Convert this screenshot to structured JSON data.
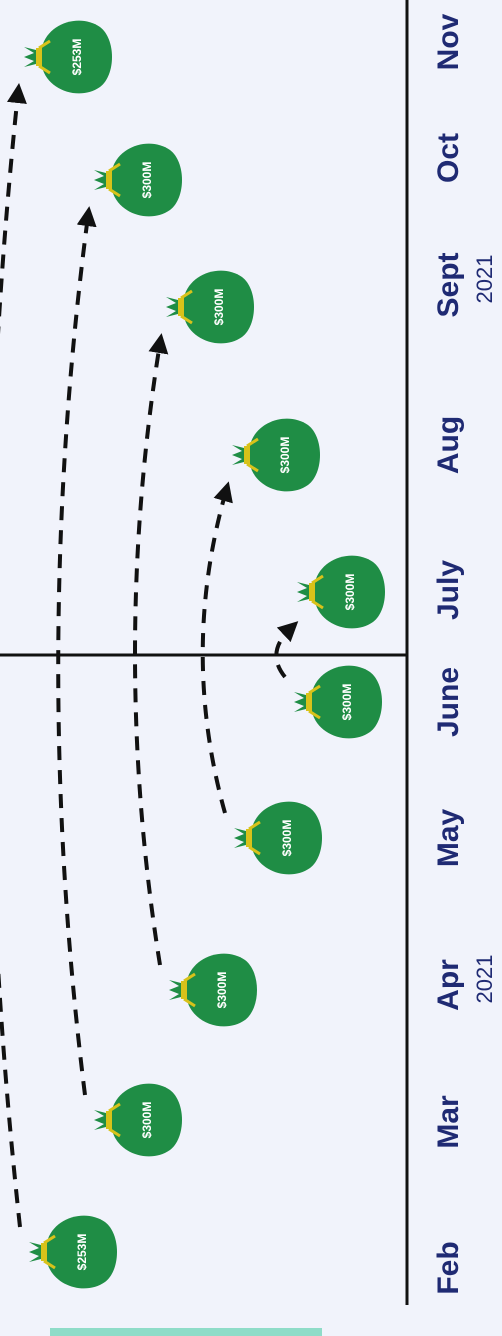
{
  "colors": {
    "background": "#f1f3fb",
    "bag": "#1f8d45",
    "tie": "#d8c21a",
    "arrow": "#111111",
    "month_text": "#1f2a73",
    "axis": "#111111",
    "accent_strip": "#8fdcc8"
  },
  "months": [
    {
      "label": "Feb",
      "year": ""
    },
    {
      "label": "Mar",
      "year": ""
    },
    {
      "label": "Apr",
      "year": "2021"
    },
    {
      "label": "May",
      "year": ""
    },
    {
      "label": "June",
      "year": ""
    },
    {
      "label": "July",
      "year": ""
    },
    {
      "label": "Aug",
      "year": ""
    },
    {
      "label": "Sept",
      "year": "2021"
    },
    {
      "label": "Oct",
      "year": ""
    },
    {
      "label": "Nov",
      "year": ""
    }
  ],
  "bags": [
    {
      "label": "$253M"
    },
    {
      "label": "$300M"
    },
    {
      "label": "$300M"
    },
    {
      "label": "$300M"
    },
    {
      "label": "$300M"
    },
    {
      "label": "$300M"
    },
    {
      "label": "$300M"
    },
    {
      "label": "$300M"
    },
    {
      "label": "$300M"
    },
    {
      "label": "$253M"
    }
  ],
  "transfers": [
    {
      "from": 0,
      "to": 9
    },
    {
      "from": 1,
      "to": 8
    },
    {
      "from": 2,
      "to": 7
    },
    {
      "from": 3,
      "to": 6
    },
    {
      "from": 4,
      "to": 5
    }
  ]
}
